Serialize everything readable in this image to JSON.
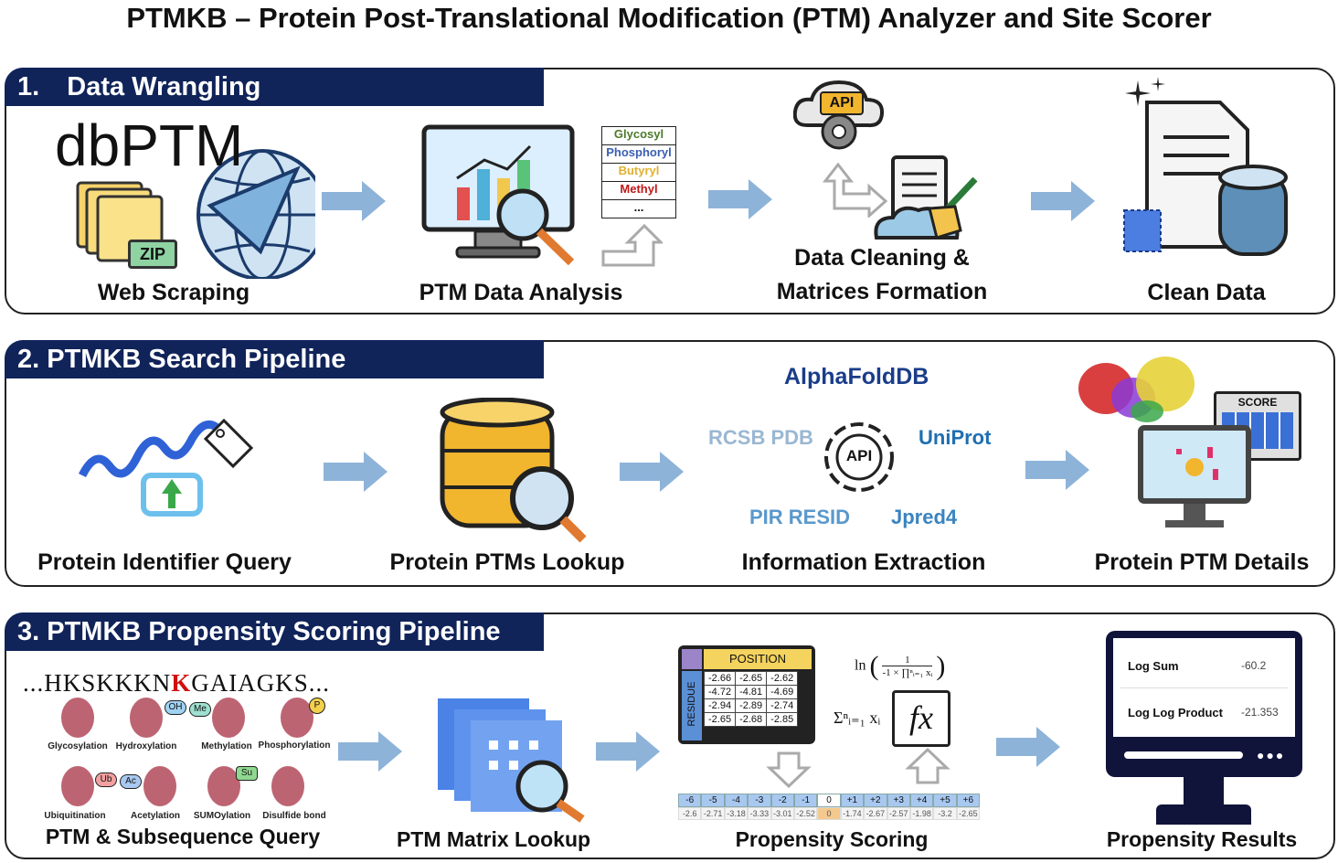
{
  "title": "PTMKB – Protein Post-Translational Modification (PTM) Analyzer and Site Scorer",
  "colors": {
    "band": "#10245a",
    "arrow": "#8eb3d9",
    "highlight": "#d01010"
  },
  "sections": [
    {
      "number": "1.",
      "heading": "Data Wrangling",
      "steps": [
        "Web Scraping",
        "PTM Data Analysis",
        "Data Cleaning &",
        "Matrices Formation",
        "Clean Data"
      ],
      "logo_text": "dbPTM",
      "zip_label": "ZIP",
      "api_label": "API",
      "ptm_list": [
        "Glycosyl",
        "Phosphoryl",
        "Butyryl",
        "Methyl",
        "..."
      ]
    },
    {
      "heading": "2. PTMKB Search Pipeline",
      "steps": [
        "Protein Identifier Query",
        "Protein PTMs Lookup",
        "Information Extraction",
        "Protein PTM Details"
      ],
      "api_label": "API",
      "sources": [
        "AlphaFoldDB",
        "RCSB PDB",
        "UniProt",
        "PIR RESID",
        "Jpred4"
      ],
      "score_label": "SCORE"
    },
    {
      "heading": "3. PTMKB Propensity Scoring Pipeline",
      "steps": [
        "PTM & Subsequence Query",
        "PTM Matrix Lookup",
        "Propensity Scoring",
        "Propensity Results"
      ],
      "sequence": {
        "prefix": "...HKSKKKN",
        "site": "K",
        "suffix": "GAIAGKS..."
      },
      "ptm_types": [
        "Glycosylation",
        "Hydroxylation",
        "Methylation",
        "Phosphorylation",
        "Ubiquitination",
        "Acetylation",
        "SUMOylation",
        "Disulfide bond"
      ],
      "modifier_tags": [
        "OH",
        "Me",
        "P",
        "Ub",
        "Ac",
        "Su"
      ],
      "matrix": {
        "col_header": "POSITION",
        "row_header": "RESIDUE",
        "rows": [
          [
            "-2.66",
            "-2.65",
            "-2.62"
          ],
          [
            "-4.72",
            "-4.81",
            "-4.69"
          ],
          [
            "-2.94",
            "-2.89",
            "-2.74"
          ],
          [
            "-2.65",
            "-2.68",
            "-2.85"
          ]
        ]
      },
      "formula_ln": "ln",
      "formula_frac_num": "1",
      "formula_frac_den": "-1 × ∏ⁿᵢ₌₁ xᵢ",
      "formula_sum": "Σⁿᵢ₌₁ xᵢ",
      "fx_label": "fx",
      "positions": [
        "-6",
        "-5",
        "-4",
        "-3",
        "-2",
        "-1",
        "0",
        "+1",
        "+2",
        "+3",
        "+4",
        "+5",
        "+6"
      ],
      "position_scores": [
        "-2.6",
        "-2.71",
        "-3.18",
        "-3.33",
        "-3.01",
        "-2.52",
        "0",
        "-1.74",
        "-2.67",
        "-2.57",
        "-1.98",
        "-3.2",
        "-2.65"
      ],
      "results": [
        {
          "label": "Log Sum",
          "value": "-60.2"
        },
        {
          "label": "Log Log Product",
          "value": "-21.353"
        }
      ]
    }
  ]
}
